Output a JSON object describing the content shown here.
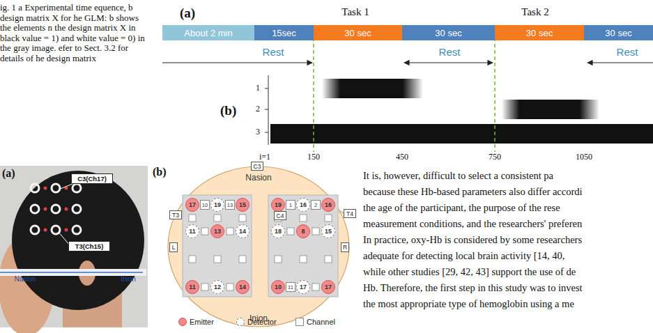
{
  "diagram": {
    "caption": "ig. 1 a Experimental time equence, b design matrix X for he GLM: b shows the elements n the design matrix X in black value = 1) and white value = 0) in the gray image. efer to Sect. 3.2 for details of he design matrix",
    "nodes": [
      {
        "text": [
          "About 2 min"
        ]
      },
      {
        "text": [
          "15sec"
        ]
      },
      {
        "text": [
          "30 sec"
        ]
      },
      {
        "text": [
          "30 sec"
        ]
      },
      {
        "text": [
          "30 sec"
        ]
      },
      {
        "text": [
          "30 sec"
        ]
      },
      {
        "text": [
          "C3(Ch17)"
        ]
      },
      {
        "text": [
          "T3(Ch15)"
        ]
      },
      {
        "text": [
          "Nasion",
          "Inion"
        ]
      },
      {
        "text": [
          "17"
        ],
        "in": 8
      },
      {
        "text": [
          "19"
        ],
        "in": 8
      },
      {
        "text": [
          "15"
        ],
        "in": 8
      },
      {
        "text": [
          "11"
        ],
        "in": 8
      },
      {
        "text": [
          "13"
        ],
        "in": 8
      },
      {
        "text": [
          "14"
        ],
        "in": 8
      },
      {
        "text": [
          "11"
        ],
        "in": 8
      },
      {
        "text": [
          "12"
        ],
        "in": 8
      },
      {
        "text": [
          "14"
        ],
        "in": 8
      },
      {
        "text": [
          "19"
        ],
        "in": 8
      },
      {
        "text": [
          "16"
        ],
        "in": 8
      },
      {
        "text": [
          "16"
        ],
        "in": 8
      },
      {
        "text": [
          "18"
        ],
        "in": 8
      },
      {
        "text": [
          "8"
        ],
        "in": 8
      },
      {
        "text": [
          "15"
        ],
        "in": 8
      },
      {
        "text": [
          "10"
        ],
        "in": 8
      },
      {
        "text": [
          "17"
        ],
        "in": 8
      },
      {
        "text": [
          "17"
        ],
        "in": 8
      },
      {
        "text": [
          "10"
        ],
        "in": 8
      },
      {
        "text": [
          "13"
        ],
        "in": 8
      },
      {
        "text": [
          "1"
        ],
        "in": 8
      },
      {
        "text": [
          "2"
        ],
        "in": 8
      },
      {
        "text": [
          "11"
        ],
        "in": 8
      },
      {
        "text": [
          "C3"
        ]
      },
      {
        "text": [
          "T3"
        ]
      },
      {
        "text": [
          "C4"
        ]
      },
      {
        "text": [
          "T4"
        ]
      },
      {
        "text": [
          "L"
        ]
      },
      {
        "text": [
          "R"
        ]
      }
    ],
    "labels": [
      "(a)",
      "Task 1",
      "Task 2",
      "Rest",
      "Rest",
      "Rest",
      "(b)",
      "1",
      "2",
      "3",
      "i=1",
      "150",
      "450",
      "750",
      "1050",
      "(a)",
      "Nasion",
      "Inion",
      "(b)",
      "It is, however, difficult to select a consistent pa",
      "because these Hb-based parameters also differ accordi",
      "the age of the participant, the purpose of the rese",
      "measurement conditions, and the researchers' preferen",
      "In practice, oxy-Hb is considered by some researchers",
      "adequate for detecting local brain activity [14, 40,",
      "while other studies [29, 42, 43] support the use of de",
      "Hb. Therefore, the first step in this study was to invest",
      "the most appropriate type of hemoglobin using a me"
    ],
    "legend": [
      {
        "text": "Emitter",
        "color": "#f4898a"
      },
      {
        "text": "Detector"
      },
      {
        "text": "Channel"
      }
    ]
  }
}
